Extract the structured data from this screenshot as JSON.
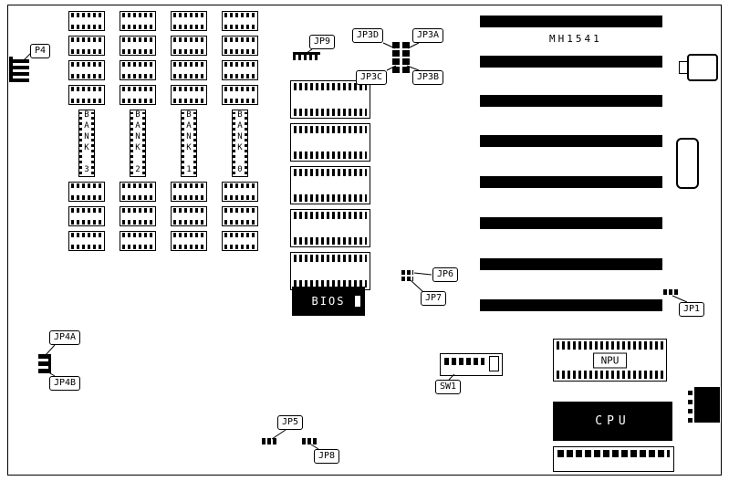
{
  "board": {
    "model": "MH1541"
  },
  "chips": {
    "bios": "BIOS",
    "cpu": "CPU",
    "npu": "NPU"
  },
  "banks": [
    {
      "label": "BANK 3"
    },
    {
      "label": "BANK 2"
    },
    {
      "label": "BANK 1"
    },
    {
      "label": "BANK 0"
    }
  ],
  "callouts": {
    "p4": "P4",
    "jp9": "JP9",
    "jp3d": "JP3D",
    "jp3a": "JP3A",
    "jp3c": "JP3C",
    "jp3b": "JP3B",
    "jp6": "JP6",
    "jp7": "JP7",
    "jp1": "JP1",
    "jp4a": "JP4A",
    "jp4b": "JP4B",
    "sw1": "SW1",
    "jp5": "JP5",
    "jp8": "JP8"
  }
}
